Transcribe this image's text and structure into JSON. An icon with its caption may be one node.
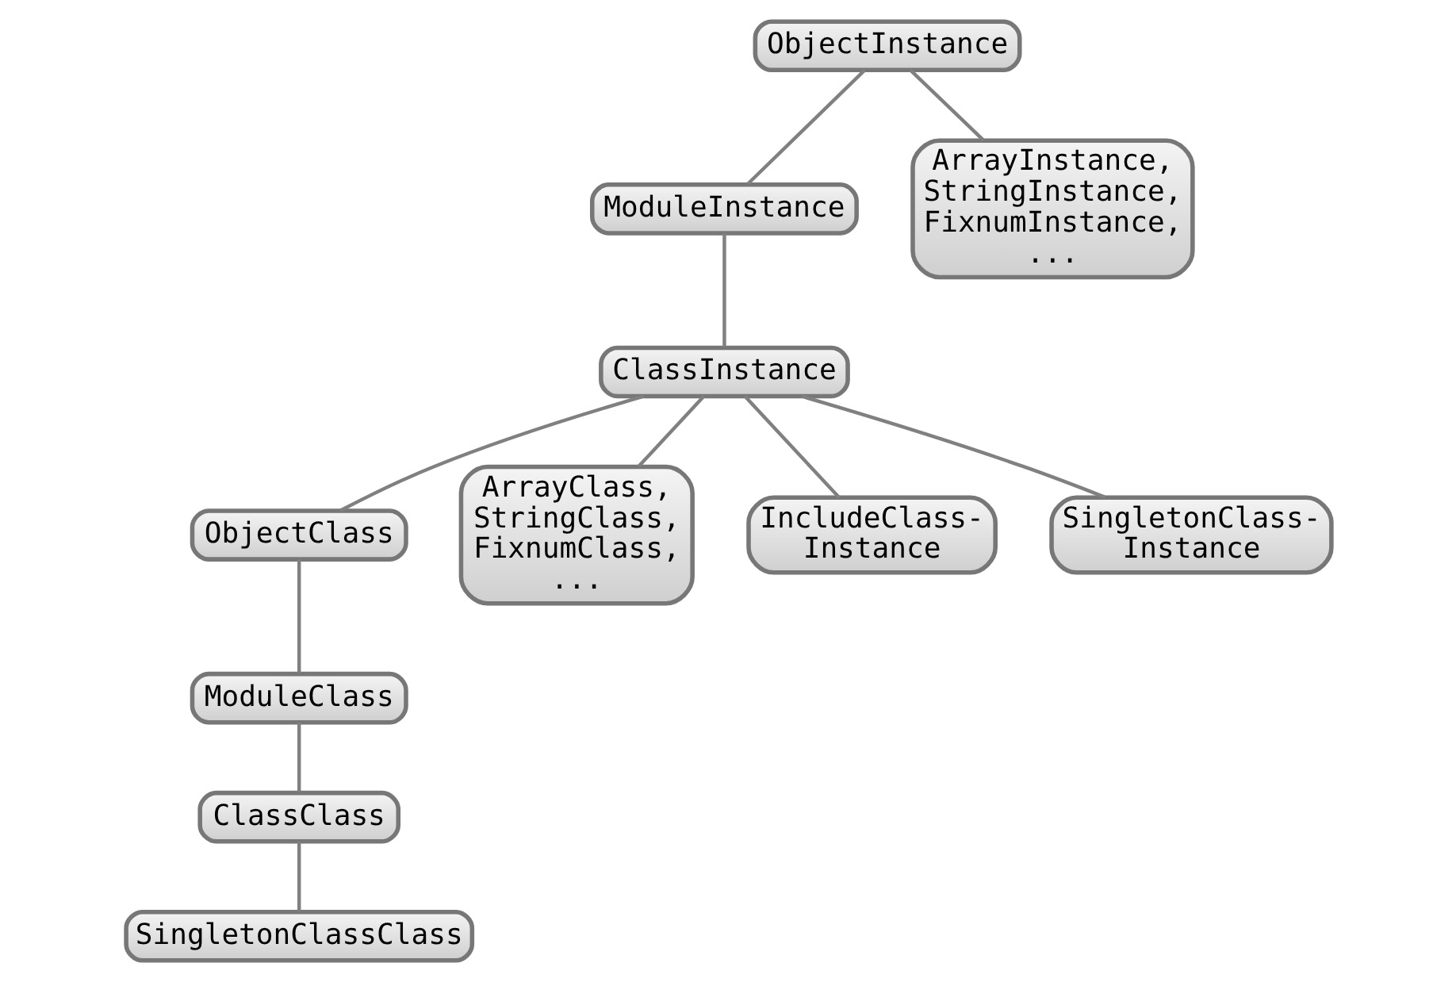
{
  "diagram": {
    "nodes": [
      {
        "text": [
          "ObjectInstance"
        ]
      },
      {
        "text": [
          "ModuleInstance"
        ]
      },
      {
        "text": [
          "ArrayInstance, StringInstance, FixnumInstance, ..."
        ]
      },
      {
        "text": [
          "ClassInstance"
        ]
      },
      {
        "text": [
          "ObjectClass"
        ]
      },
      {
        "text": [
          "ArrayClass, StringClass, FixnumClass, ..."
        ]
      },
      {
        "text": [
          "IncludeClass- Instance"
        ]
      },
      {
        "text": [
          "SingletonClass- Instance"
        ]
      },
      {
        "text": [
          "ModuleClass"
        ]
      },
      {
        "text": [
          "ClassClass"
        ]
      },
      {
        "text": [
          "SingletonClassClass"
        ]
      }
    ],
    "edges": [
      {
        "from": 0,
        "to": 1,
        "arrow": "none"
      },
      {
        "from": 0,
        "to": 2,
        "arrow": "none"
      },
      {
        "from": 1,
        "to": 3,
        "arrow": "none"
      },
      {
        "from": 3,
        "to": 4,
        "arrow": "none"
      },
      {
        "from": 3,
        "to": 5,
        "arrow": "none"
      },
      {
        "from": 3,
        "to": 6,
        "arrow": "none"
      },
      {
        "from": 3,
        "to": 7,
        "arrow": "none"
      },
      {
        "from": 4,
        "to": 8,
        "arrow": "none"
      },
      {
        "from": 8,
        "to": 9,
        "arrow": "none"
      },
      {
        "from": 9,
        "to": 10,
        "arrow": "none"
      }
    ]
  }
}
